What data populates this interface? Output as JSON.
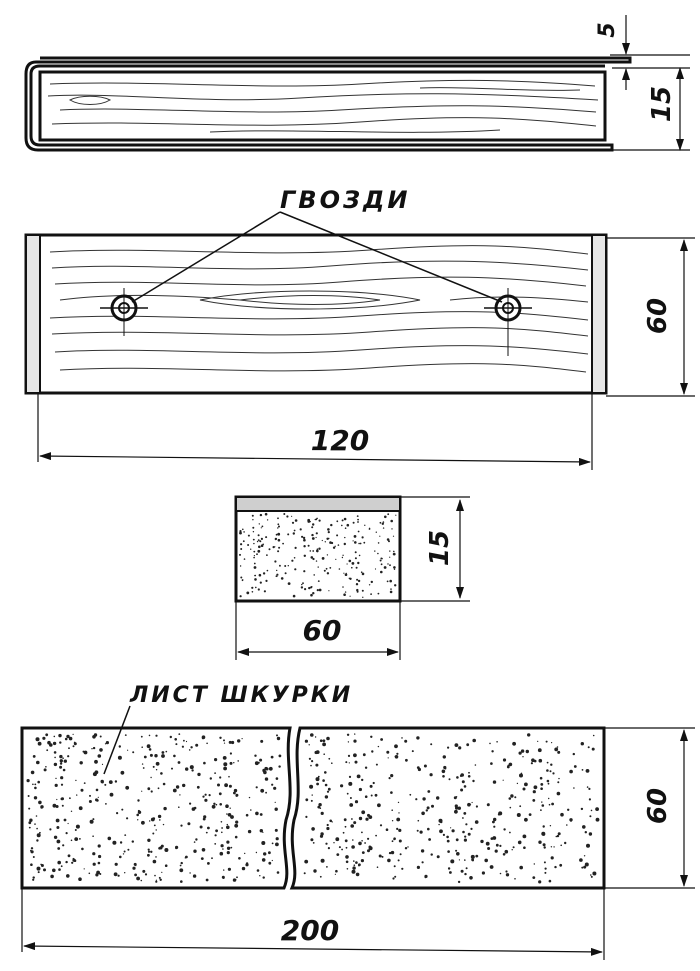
{
  "views": {
    "side_view": {
      "dims": {
        "top_gap": "5",
        "height": "15"
      }
    },
    "front_view": {
      "callout": "ГВОЗДИ",
      "dims": {
        "height": "60",
        "length": "120"
      }
    },
    "end_block": {
      "dims": {
        "height": "15",
        "width": "60"
      }
    },
    "sandpaper_sheet": {
      "callout": "ЛИСТ ШКУРКИ",
      "dims": {
        "height": "60",
        "length": "200"
      }
    }
  },
  "colors": {
    "ink": "#111111",
    "paper": "#ffffff"
  }
}
